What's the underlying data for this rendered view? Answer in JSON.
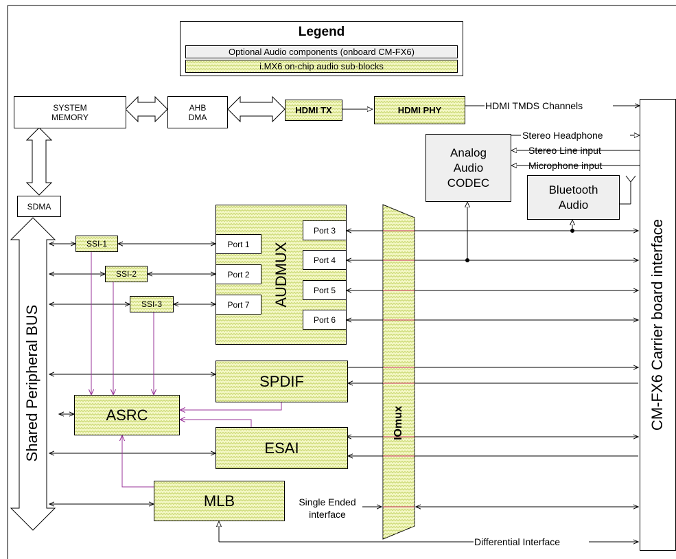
{
  "legend": {
    "title": "Legend",
    "optional": "Optional Audio components (onboard CM-FX6)",
    "onchip": "i.MX6 on-chip audio sub-blocks"
  },
  "blocks": {
    "system_memory": "SYSTEM MEMORY",
    "ahb_dma": "AHB DMA",
    "hdmi_tx": "HDMI TX",
    "hdmi_phy": "HDMI PHY",
    "analog_codec": "Analog Audio CODEC",
    "bluetooth": "Bluetooth Audio",
    "sdma": "SDMA",
    "ssi1": "SSI-1",
    "ssi2": "SSI-2",
    "ssi3": "SSI-3",
    "audmux": "AUDMUX",
    "port1": "Port 1",
    "port2": "Port 2",
    "port7": "Port 7",
    "port3": "Port 3",
    "port4": "Port 4",
    "port5": "Port 5",
    "port6": "Port 6",
    "spdif": "SPDIF",
    "asrc": "ASRC",
    "esai": "ESAI",
    "mlb": "MLB",
    "iomux": "IOmux",
    "bus": "Shared Peripheral BUS",
    "carrier": "CM-FX6 Carrier board interface"
  },
  "signals": {
    "hdmi_tmds": "HDMI TMDS Channels",
    "stereo_headphone": "Stereo Headphone",
    "stereo_line": "Stereo Line input",
    "microphone": "Microphone input",
    "single_ended": "Single Ended interface",
    "differential": "Differential Interface"
  },
  "colors": {
    "onchip_fill": "#f3f7c4",
    "onchip_hatch": "#c8d66e",
    "optional_fill": "#efefef",
    "asrc_link": "#993399",
    "iomux_crossing": "#cc3366"
  }
}
